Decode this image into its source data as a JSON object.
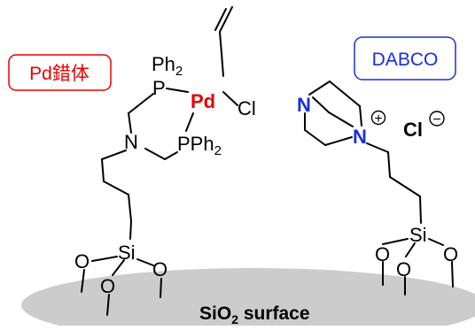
{
  "labels": {
    "pd_complex": "Pd錯体",
    "dabco": "DABCO",
    "surface": "SiO",
    "surface_sub": "2",
    "surface_rest": " surface"
  },
  "atoms": {
    "pd": "Pd",
    "cl": "Cl",
    "p": "P",
    "ph": "Ph",
    "ph_sub": "2",
    "pph": "PPh",
    "n": "N",
    "si": "Si",
    "o": "O",
    "cl_anion": "Cl",
    "plus_sign": "+",
    "minus_sign": "−"
  },
  "colors": {
    "pd_red": "#e60000",
    "n_blue": "#1a2fd6",
    "surface_gray": "#cccccc",
    "badge_dabco_border": "#1a2fd6"
  }
}
